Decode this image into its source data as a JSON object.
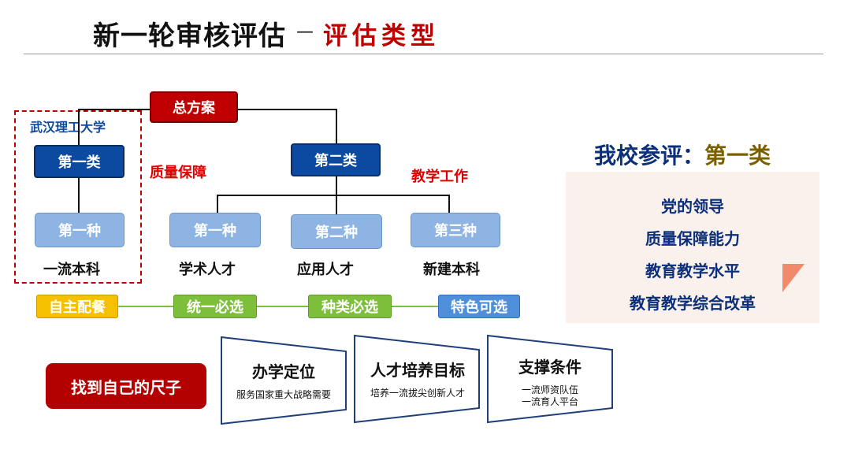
{
  "title": {
    "main": "新一轮审核评估",
    "dash": "—",
    "sub": "评估类型"
  },
  "tree": {
    "root": "总方案",
    "school": "武汉理工大学",
    "cat1": "第一类",
    "cat2": "第二类",
    "note1": "质量保障",
    "note2": "教学工作",
    "kinds": [
      "第一种",
      "第一种",
      "第二种",
      "第三种"
    ],
    "kind_labels": [
      "一流本科",
      "学术人才",
      "应用人才",
      "新建本科"
    ]
  },
  "pills": [
    {
      "label": "自主配餐",
      "color": "#f5c000"
    },
    {
      "label": "统一必选",
      "color": "#7dbf3a"
    },
    {
      "label": "种类必选",
      "color": "#7dbf3a"
    },
    {
      "label": "特色可选",
      "color": "#4f8ed8"
    }
  ],
  "panel": {
    "heading_prefix": "我校参评：",
    "heading_value": "第一类",
    "items": [
      "党的领导",
      "质量保障能力",
      "教育教学水平",
      "教育教学综合改革"
    ]
  },
  "bottom": {
    "find_button": "找到自己的尺子",
    "cards": [
      {
        "title": "办学定位",
        "lines": [
          "服务国家重大战略需要"
        ]
      },
      {
        "title": "人才培养目标",
        "lines": [
          "培养一流拔尖创新人才"
        ]
      },
      {
        "title": "支撑条件",
        "lines": [
          "一流师资队伍",
          "一流育人平台"
        ]
      }
    ]
  },
  "colors": {
    "red": "#c00000",
    "blue": "#0b4aa0",
    "light_blue": "#8eb4e3",
    "navy_text": "#0b2f7a",
    "gold": "#7a6000"
  }
}
